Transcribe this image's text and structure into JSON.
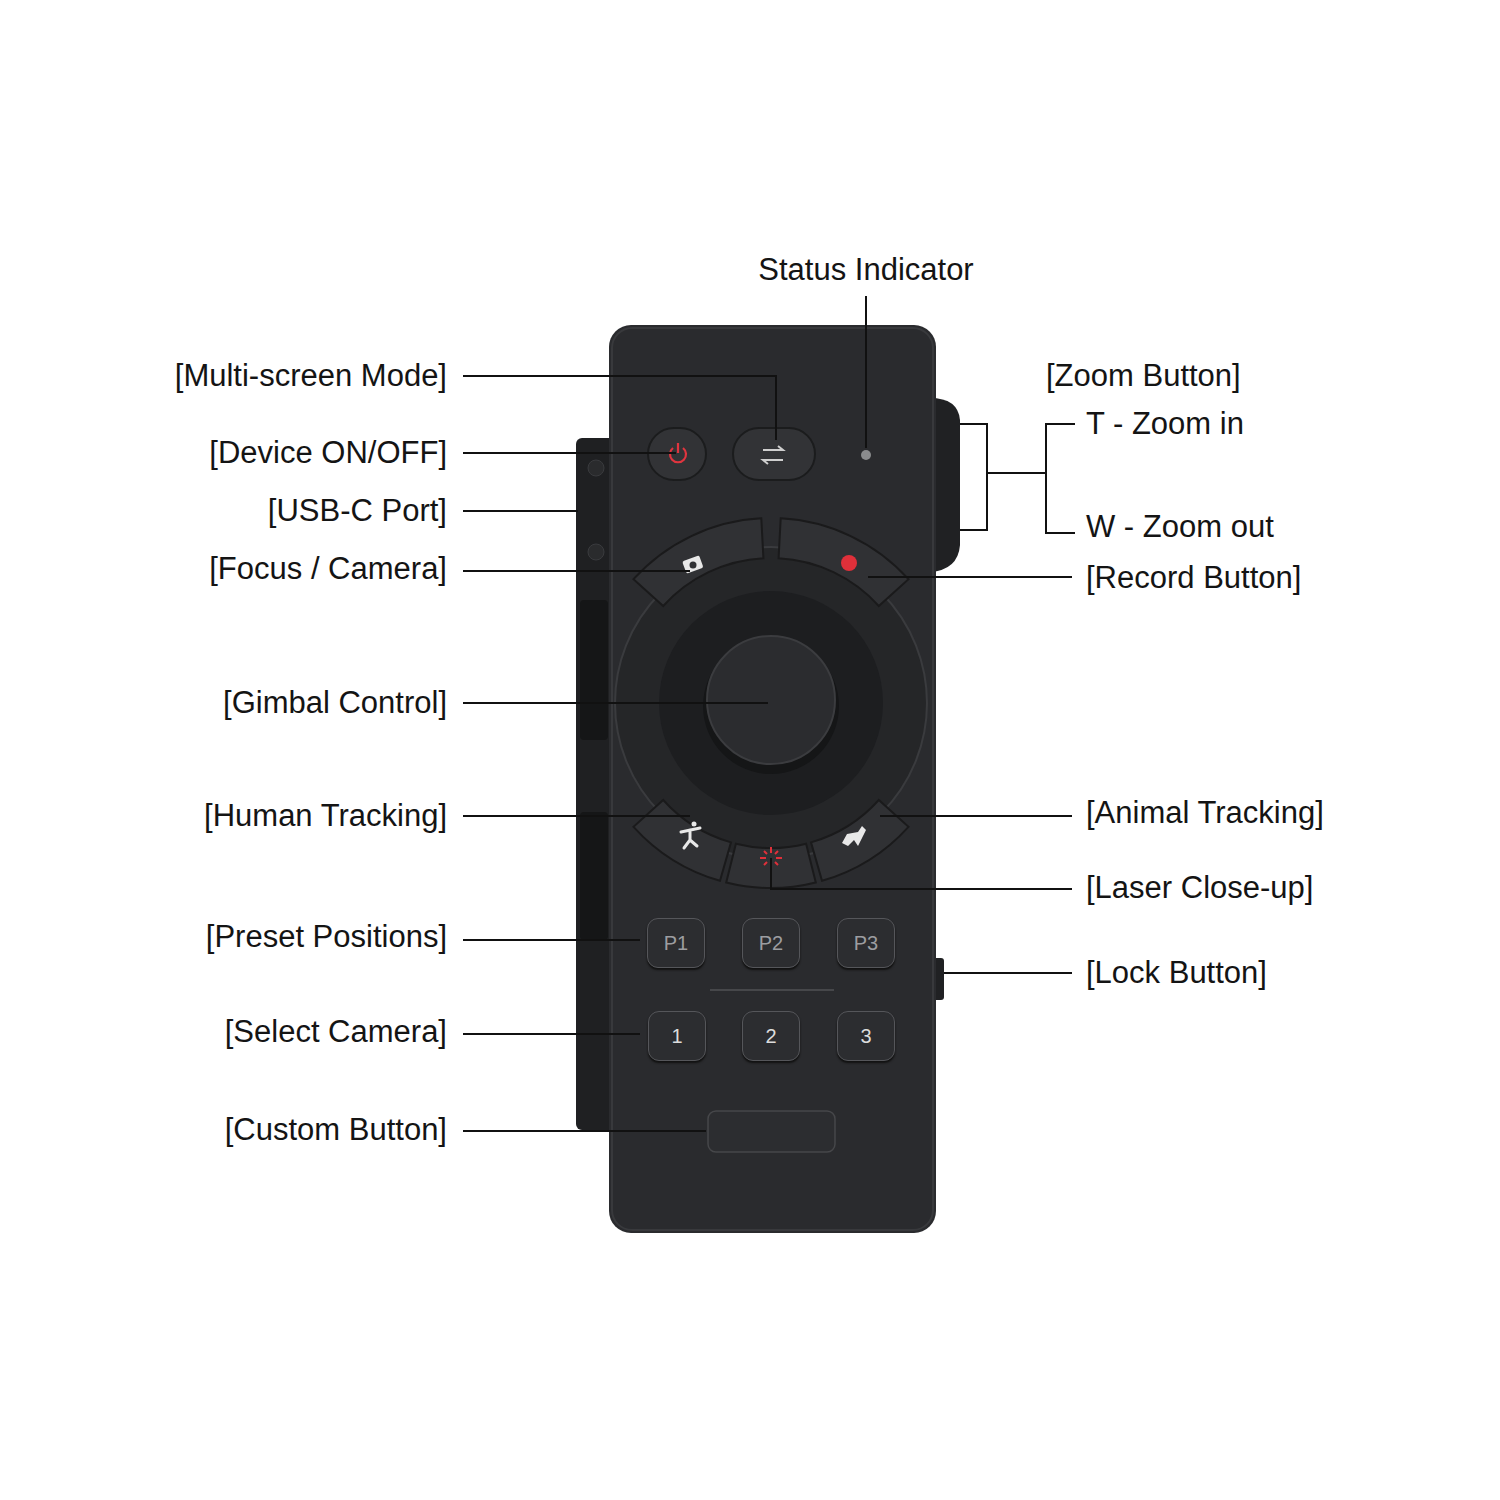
{
  "diagram": {
    "nodes": [
      {
        "text": [
          "P1"
        ]
      },
      {
        "text": [
          "P2"
        ]
      },
      {
        "text": [
          "P3"
        ]
      },
      {
        "text": [
          "1"
        ]
      },
      {
        "text": [
          "2"
        ]
      },
      {
        "text": [
          "3"
        ]
      }
    ],
    "labels": [
      "Status Indicator",
      "[Multi-screen Mode]",
      "[Device ON/OFF]",
      "[USB-C Port]",
      "[Focus / Camera]",
      "[Gimbal Control]",
      "[Human Tracking]",
      "[Preset Positions]",
      "[Select Camera]",
      "[Custom Button]",
      "[Zoom Button]",
      "T - Zoom in",
      "W - Zoom out",
      "[Record Button]",
      "[Animal Tracking]",
      "[Laser Close-up]",
      "[Lock Button]"
    ]
  }
}
